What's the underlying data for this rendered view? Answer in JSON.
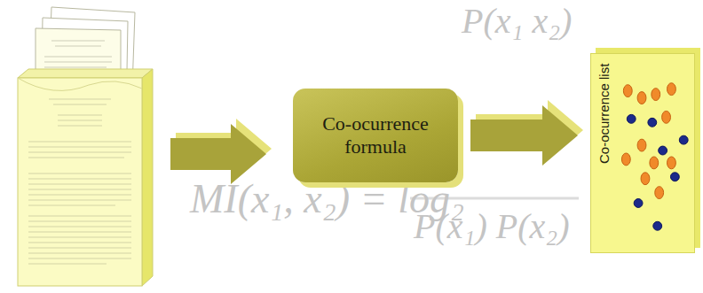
{
  "diagram": {
    "nodes": [
      {
        "text": [
          "Co-ocurrence formula"
        ]
      },
      {
        "text": [
          "Co-ocurrence list"
        ]
      }
    ],
    "edges": [
      {
        "from": 0,
        "to": 1,
        "arrow": "to"
      }
    ],
    "labels": [
      "MI(x₁, x₂) = log₂",
      "P(x₁ x₂)",
      "P(x₁) P(x₂)"
    ]
  }
}
